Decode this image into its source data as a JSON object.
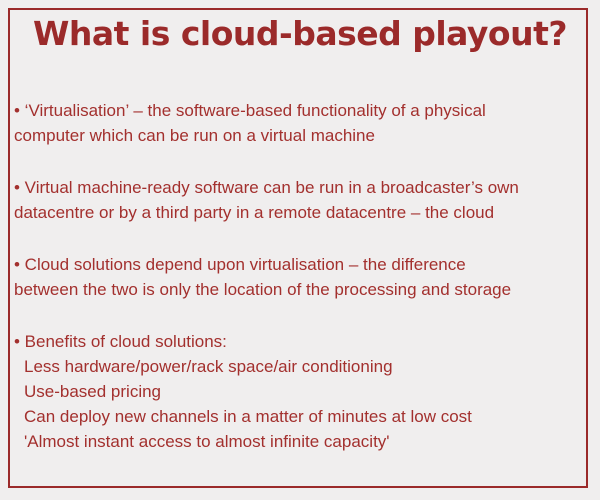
{
  "title": "What is cloud-based playout?",
  "colors": {
    "accent": "#9b2a2a",
    "background": "#f0eeee"
  },
  "bullets": [
    {
      "lines": [
        "• ‘Virtualisation’ – the software-based functionality of a physical",
        "computer which can be run on a virtual machine"
      ]
    },
    {
      "lines": [
        "• Virtual machine-ready software can be run in a broadcaster’s own",
        "datacentre or by a third party in a remote datacentre – the cloud"
      ]
    },
    {
      "lines": [
        "• Cloud solutions depend upon virtualisation – the difference",
        "between the two is only the location of the processing and storage"
      ]
    },
    {
      "lines": [
        "• Benefits of cloud solutions:"
      ],
      "sub_items": [
        "Less hardware/power/rack space/air conditioning",
        "Use-based pricing",
        "Can deploy new channels in a matter of minutes at low cost",
        "'Almost instant access to almost infinite capacity'"
      ]
    }
  ]
}
